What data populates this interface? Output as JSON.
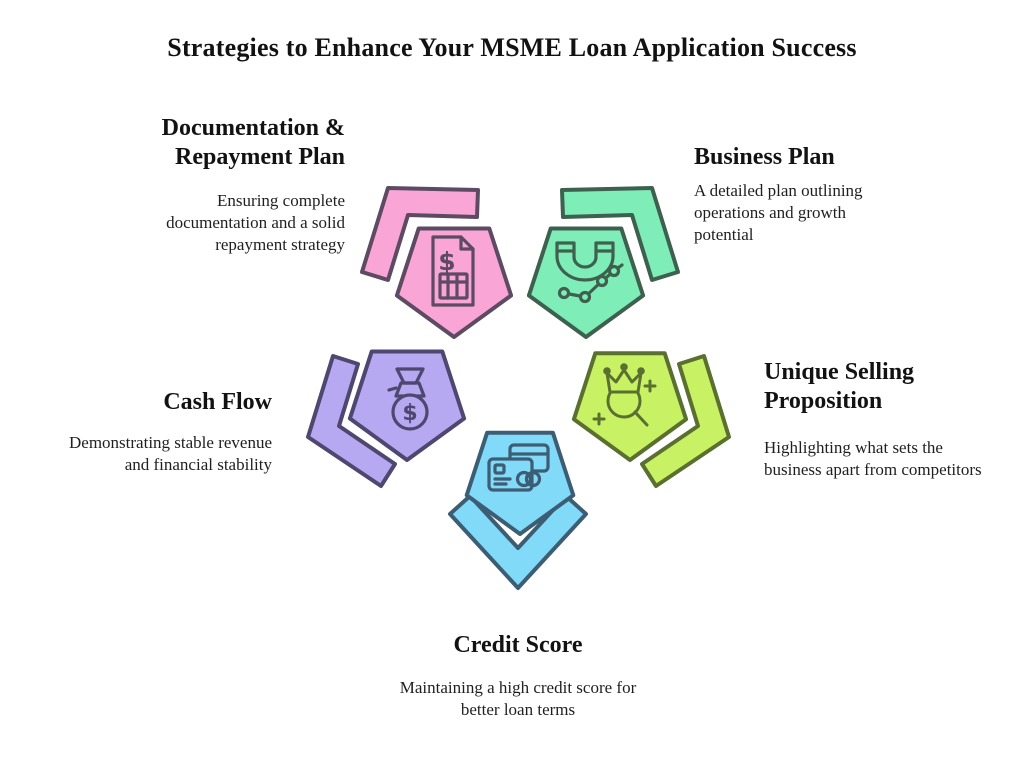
{
  "title": "Strategies to Enhance Your MSME Loan Application Success",
  "background": "#ffffff",
  "glyphs": {
    "dollar": "$"
  },
  "cards": [
    {
      "name": "documentation-repayment-plan",
      "title": "Documentation & Repayment Plan",
      "description": "Ensuring complete documentation and a solid repayment strategy",
      "icon": "document-dollar-icon",
      "fill": "#F9A6D7",
      "stroke": "#5D4A63"
    },
    {
      "name": "business-plan",
      "title": "Business Plan",
      "description": "A detailed plan outlining operations and growth potential",
      "icon": "magnet-chart-icon",
      "fill": "#7FEDB7",
      "stroke": "#3E614F"
    },
    {
      "name": "cash-flow",
      "title": "Cash Flow",
      "description": "Demonstrating stable revenue and financial stability",
      "icon": "money-bag-icon",
      "fill": "#B6A8F1",
      "stroke": "#4E4770"
    },
    {
      "name": "unique-selling-proposition",
      "title": "Unique Selling Proposition",
      "description": "Highlighting what sets the business apart from competitors",
      "icon": "crown-magnifier-icon",
      "fill": "#C9F164",
      "stroke": "#5A7030"
    },
    {
      "name": "credit-score",
      "title": "Credit Score",
      "description": "Maintaining a high credit score for better loan terms",
      "icon": "credit-cards-icon",
      "fill": "#81DAF8",
      "stroke": "#3C5D73"
    }
  ]
}
